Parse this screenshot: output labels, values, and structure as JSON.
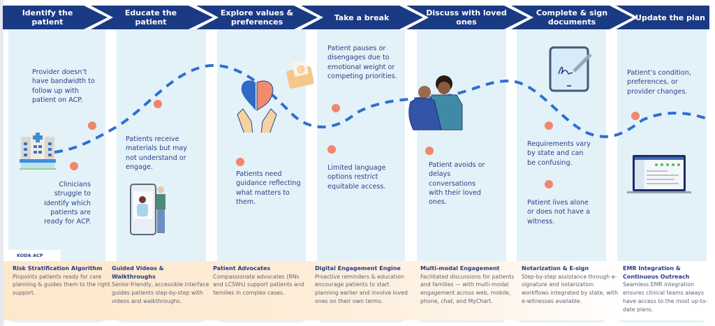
{
  "colors": {
    "header": "#1b3a84",
    "panel": "#e2f2f8",
    "dot": "#f0866c",
    "wave": "#2f6fcf",
    "band": "#fde8cc"
  },
  "steps": [
    {
      "title": "Identify the patient",
      "challenges": [
        "Provider doesn’t have bandwidth to follow up with patient on ACP.",
        "Clinicians struggle to identify which patients are ready for ACP."
      ],
      "icon": "hospital-icon"
    },
    {
      "title": "Educate the patient",
      "challenges": [
        "Patients receive materials but may not understand or engage."
      ],
      "icon": "video-call-phone-icon"
    },
    {
      "title": "Explore values & preferences",
      "challenges": [
        "Patients need guidance reflecting what matters to them."
      ],
      "icon": "heart-brain-hands-icon"
    },
    {
      "title": "Take a break",
      "challenges": [
        "Patient pauses or disengages due to emotional weight or competing priorities.",
        "Limited language options restrict equitable access."
      ],
      "icon": "email-envelope-icon"
    },
    {
      "title": "Discuss with loved ones",
      "challenges": [
        "Patient avoids or delays conversations with their loved ones."
      ],
      "icon": "family-people-icon"
    },
    {
      "title": "Complete & sign documents",
      "challenges": [
        "Requirements vary by state and can be confusing.",
        "Patient lives alone or does not have a witness."
      ],
      "icon": "tablet-signature-icon"
    },
    {
      "title": "Update the plan",
      "challenges": [
        "Patient’s condition, preferences, or provider changes."
      ],
      "icon": "emr-laptop-icon"
    }
  ],
  "solutions_label": "KODA ACP",
  "solutions": [
    {
      "title": "Risk Stratification Algorithm",
      "desc": "Pinpoints patients ready for care planning & guides them to the right support."
    },
    {
      "title": "Guided Videos & Walkthroughs",
      "desc": "Senior-friendly, accessible interface guides patients step-by-step with videos and walkthroughs."
    },
    {
      "title": "Patient Advocates",
      "desc": "Compassionate advocates (RNs and LCSWs) support patients and families in complex cases."
    },
    {
      "title": "Digital Engagement Engine",
      "desc": "Proactive reminders & education encourage patients to start planning earlier and involve loved ones on their own terms."
    },
    {
      "title": "Multi-modal Engagement",
      "desc": "Facilitated discussions for patients and families — with multi-modal engagement across web, mobile, phone, chat, and MyChart."
    },
    {
      "title": "Notarization & E-sign",
      "desc": "Step-by-step assistance through e-signature and notarization workflows integrated by state, with e-witnesses available."
    },
    {
      "title": "EMR Integration & Continuous Outreach",
      "desc": "Seamless EMR integration ensures clinical teams always have access to the most up-to-date plans."
    }
  ]
}
